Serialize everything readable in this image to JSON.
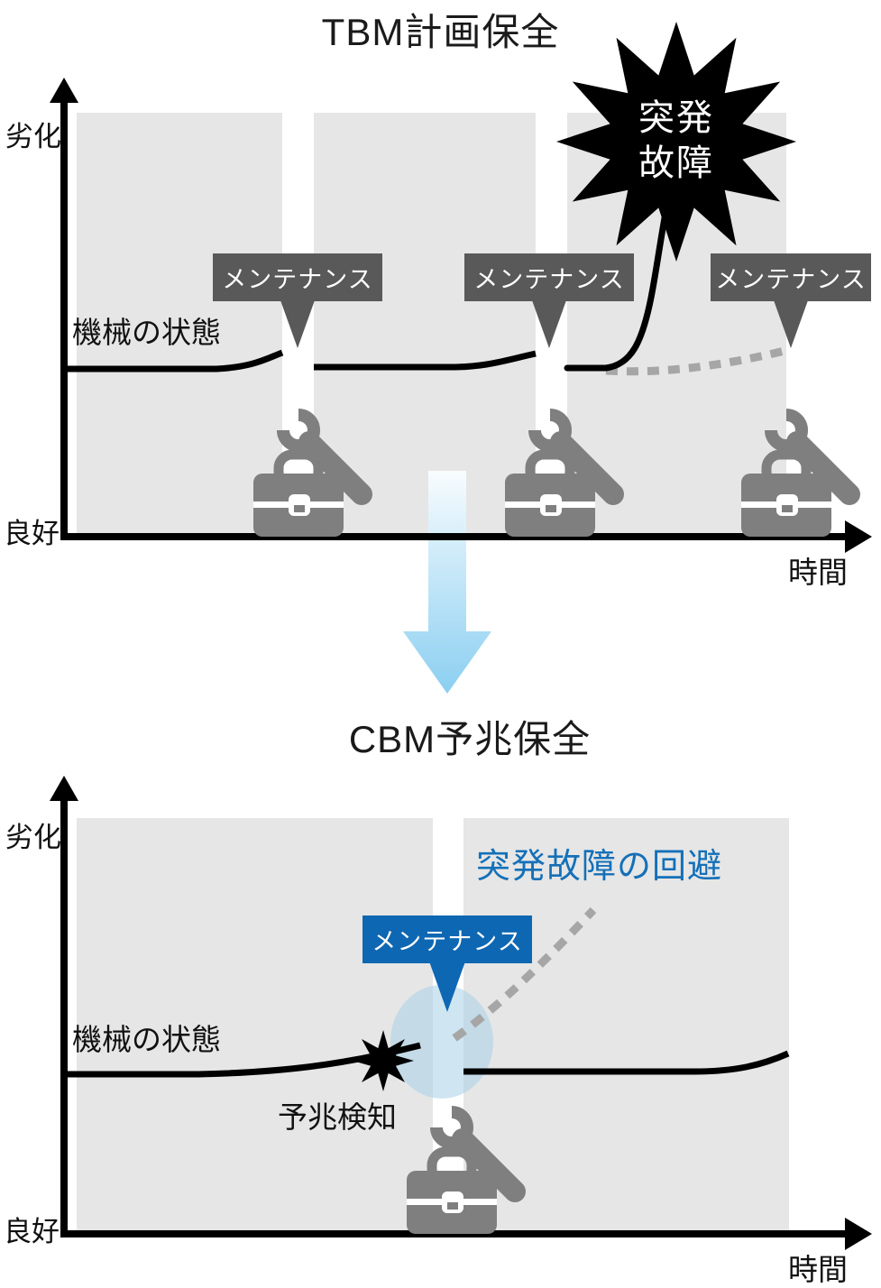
{
  "top_chart": {
    "title": "TBM計画保全",
    "y_label_top": "劣化",
    "y_label_bottom": "良好",
    "x_label": "時間",
    "curve_label": "機械の状態",
    "maintenance_labels": [
      "メンテナンス",
      "メンテナンス",
      "メンテナンス"
    ],
    "failure_burst_line1": "突発",
    "failure_burst_line2": "故障"
  },
  "bottom_chart": {
    "title": "CBM予兆保全",
    "y_label_top": "劣化",
    "y_label_bottom": "良好",
    "x_label": "時間",
    "curve_label": "機械の状態",
    "maintenance_label": "メンテナンス",
    "avoidance_label": "突発故障の回避",
    "detection_label": "予兆検知"
  },
  "colors": {
    "panel_gray": "#e6e6e6",
    "label_box_gray": "#595959",
    "icon_gray": "#7f7f7f",
    "dotted_gray": "#a6a6a6",
    "maintenance_blue": "#0e67b2",
    "avoidance_text_blue": "#1470b8",
    "highlight_circle_blue": "#a8cfe8",
    "transition_arrow_blue": "#8bcff1",
    "line_black": "#000000"
  }
}
